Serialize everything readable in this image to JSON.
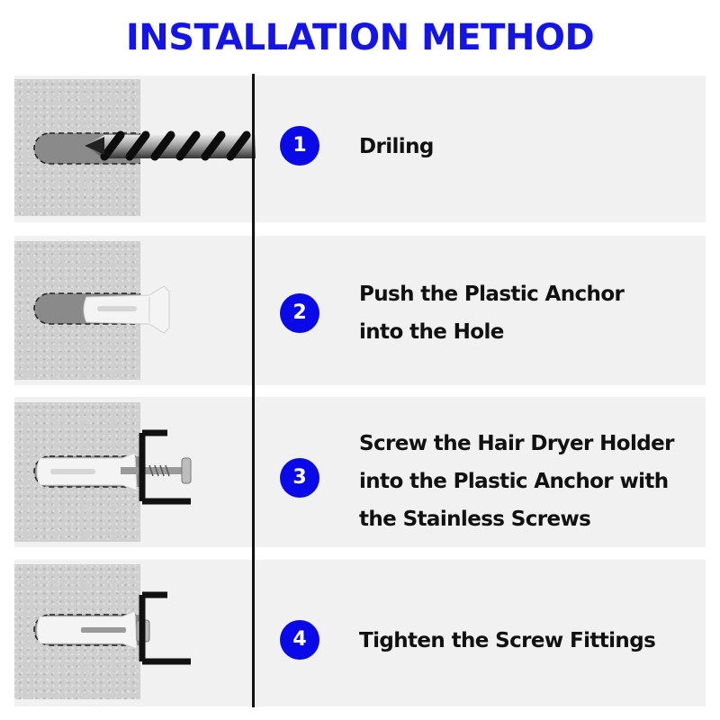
{
  "title": "INSTALLATION METHOD",
  "accent_color": "#1414e6",
  "badge_color": "#0a0ae8",
  "steps": [
    {
      "number": "1",
      "text": "Driling",
      "icon": "drill-bit-icon"
    },
    {
      "number": "2",
      "text": "Push the Plastic Anchor into the Hole",
      "icon": "plastic-anchor-icon"
    },
    {
      "number": "3",
      "text": "Screw the Hair Dryer Holder into the Plastic Anchor with the Stainless Screws",
      "icon": "screw-and-holder-icon"
    },
    {
      "number": "4",
      "text": "Tighten the Screw Fittings",
      "icon": "tightened-holder-icon"
    }
  ]
}
